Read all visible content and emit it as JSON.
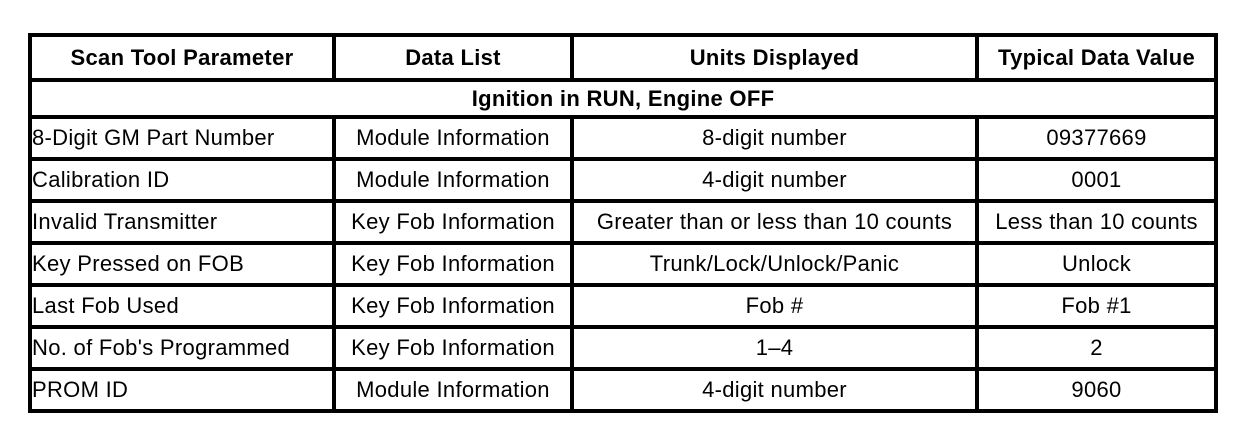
{
  "colors": {
    "border": "#000000",
    "background": "#ffffff",
    "text": "#000000"
  },
  "table": {
    "columns": {
      "parameter": "Scan Tool Parameter",
      "data_list": "Data List",
      "units": "Units Displayed",
      "typical_value": "Typical Data Value"
    },
    "section_header": "Ignition in RUN, Engine OFF",
    "rows": [
      {
        "parameter": "8-Digit GM Part Number",
        "data_list": "Module Information",
        "units": "8-digit number",
        "typical_value": "09377669"
      },
      {
        "parameter": "Calibration ID",
        "data_list": "Module Information",
        "units": "4-digit number",
        "typical_value": "0001"
      },
      {
        "parameter": "Invalid Transmitter",
        "data_list": "Key Fob Information",
        "units": "Greater than or less than 10 counts",
        "typical_value": "Less than 10 counts"
      },
      {
        "parameter": "Key Pressed on FOB",
        "data_list": "Key Fob Information",
        "units": "Trunk/Lock/Unlock/Panic",
        "typical_value": "Unlock"
      },
      {
        "parameter": "Last Fob Used",
        "data_list": "Key Fob Information",
        "units": "Fob #",
        "typical_value": "Fob #1"
      },
      {
        "parameter": "No. of Fob's Programmed",
        "data_list": "Key Fob Information",
        "units": "1–4",
        "typical_value": "2"
      },
      {
        "parameter": "PROM ID",
        "data_list": "Module Information",
        "units": "4-digit number",
        "typical_value": "9060"
      }
    ]
  }
}
